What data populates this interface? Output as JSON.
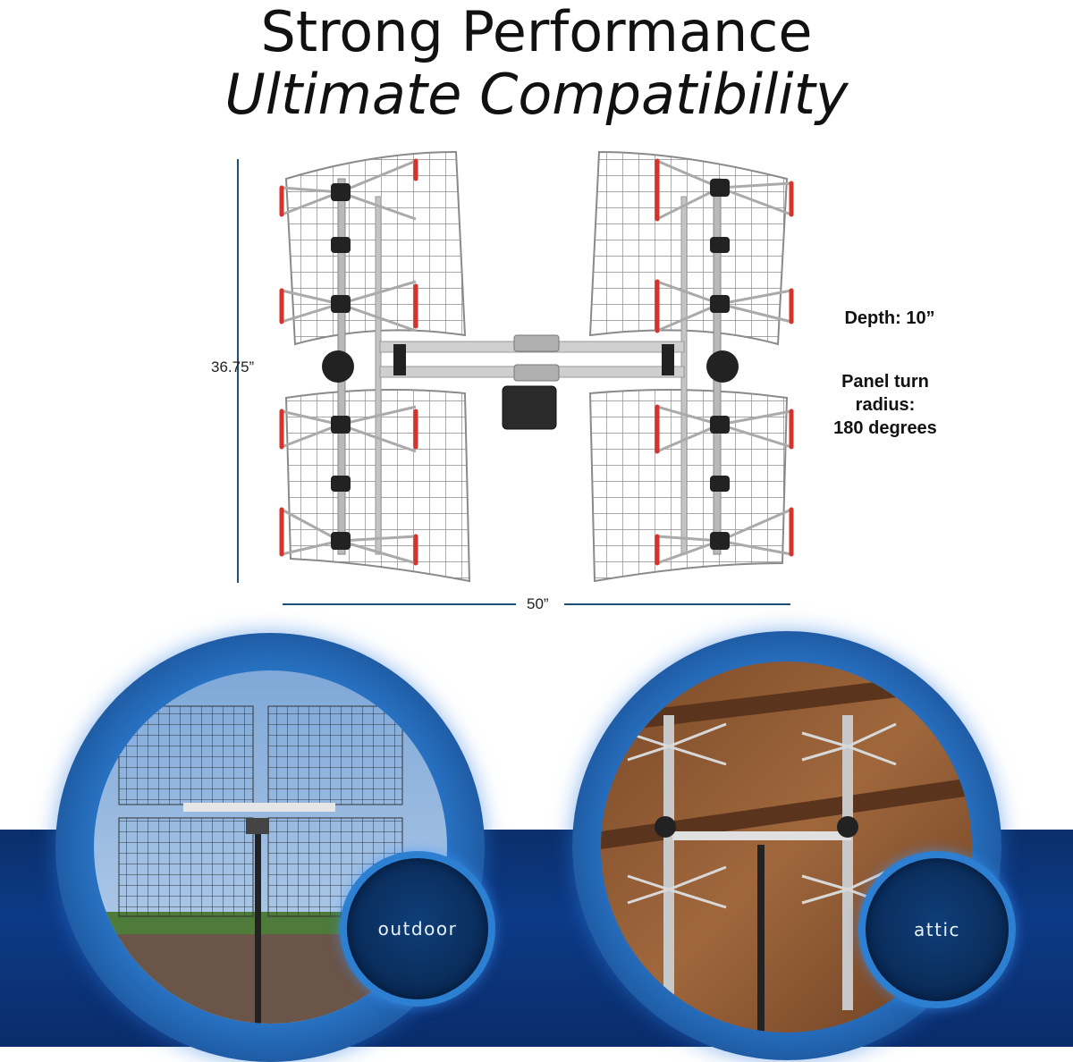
{
  "header": {
    "line1": "Strong Performance",
    "line2": "Ultimate Compatibility"
  },
  "dimensions": {
    "height": "36.75”",
    "width": "50”"
  },
  "specs": {
    "depth": "Depth: 10”",
    "turn_line1": "Panel turn",
    "turn_line2": "radius:",
    "turn_line3": "180 degrees"
  },
  "installations": [
    {
      "label": "outdoor"
    },
    {
      "label": "attic"
    }
  ],
  "colors": {
    "dimension_line": "#1d4f7a",
    "accent_blue": "#2d7fd2",
    "element_red": "#d8332b"
  }
}
